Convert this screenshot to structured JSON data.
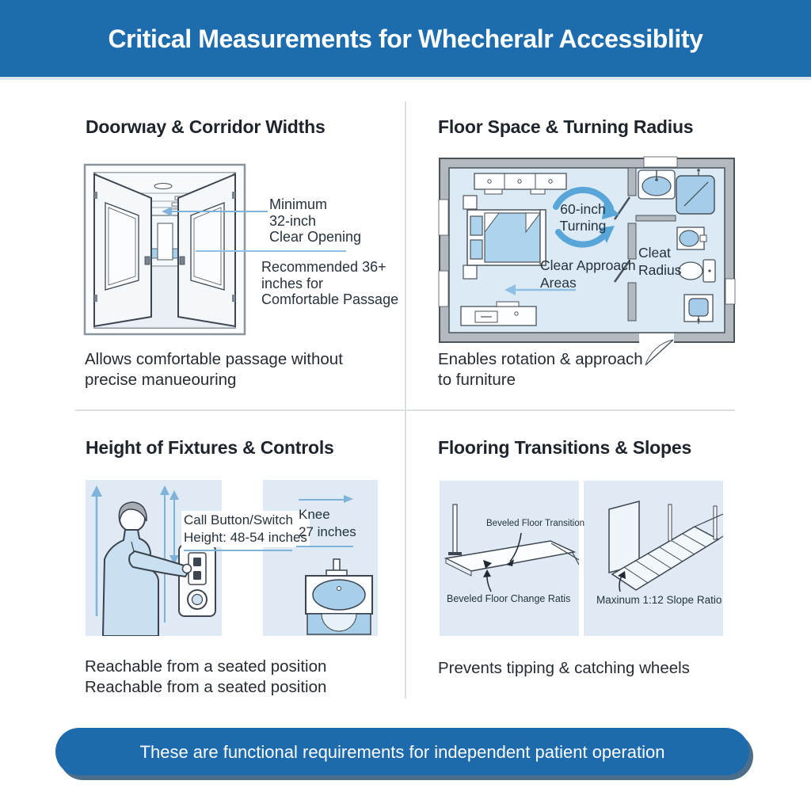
{
  "header": {
    "title": "Critical Measurements for Whecheralr Accessiblity"
  },
  "quadrants": {
    "doorway": {
      "title": "Doorwıay & Corridor Widths",
      "min_opening": "Minimum\n32-inch\nClear Opening",
      "recommended": "Recommended 36+\ninches for\nComfortable Passage",
      "caption": "Allows comfortable passage without\nprecise manueouring"
    },
    "floor_space": {
      "title": "Floor Space & Turning Radius",
      "turning": "60-inch\nTurning",
      "approach": "Clear Approach\nAreas",
      "radius": "Cleat\nRadius",
      "caption": "Enables rotation & approach\nto furniture"
    },
    "fixtures": {
      "title": "Height of Fixtures & Controls",
      "switch_label": "Call Button/Switch\nHeight: 48-54 inches",
      "knee_label": "Knee\n27 inches",
      "caption": "Reachable from a seated position\nReachable from a seated position"
    },
    "flooring": {
      "title": "Flooring Transitions & Slopes",
      "bevel_transition": "Beveled Floor Transition",
      "bevel_change": "Beveled Floor Change Ratis",
      "slope": "Maxinum 1:12 Slope Ratio",
      "caption": "Prevents tipping & catching wheels"
    }
  },
  "footer": {
    "text": "These are functional requirements for independent patient operation"
  },
  "colors": {
    "header_blue": "#1d6dae",
    "footer_blue": "#1d6bad",
    "panel_blue": "#dfeaf4",
    "accent_arrow_blue": "#7fb3d9",
    "turning_arrow_blue": "#58a5d8",
    "fixture_fill_blue": "#a8cfe9",
    "outline_dark": "#3d4650",
    "text_dark": "#23292f"
  }
}
